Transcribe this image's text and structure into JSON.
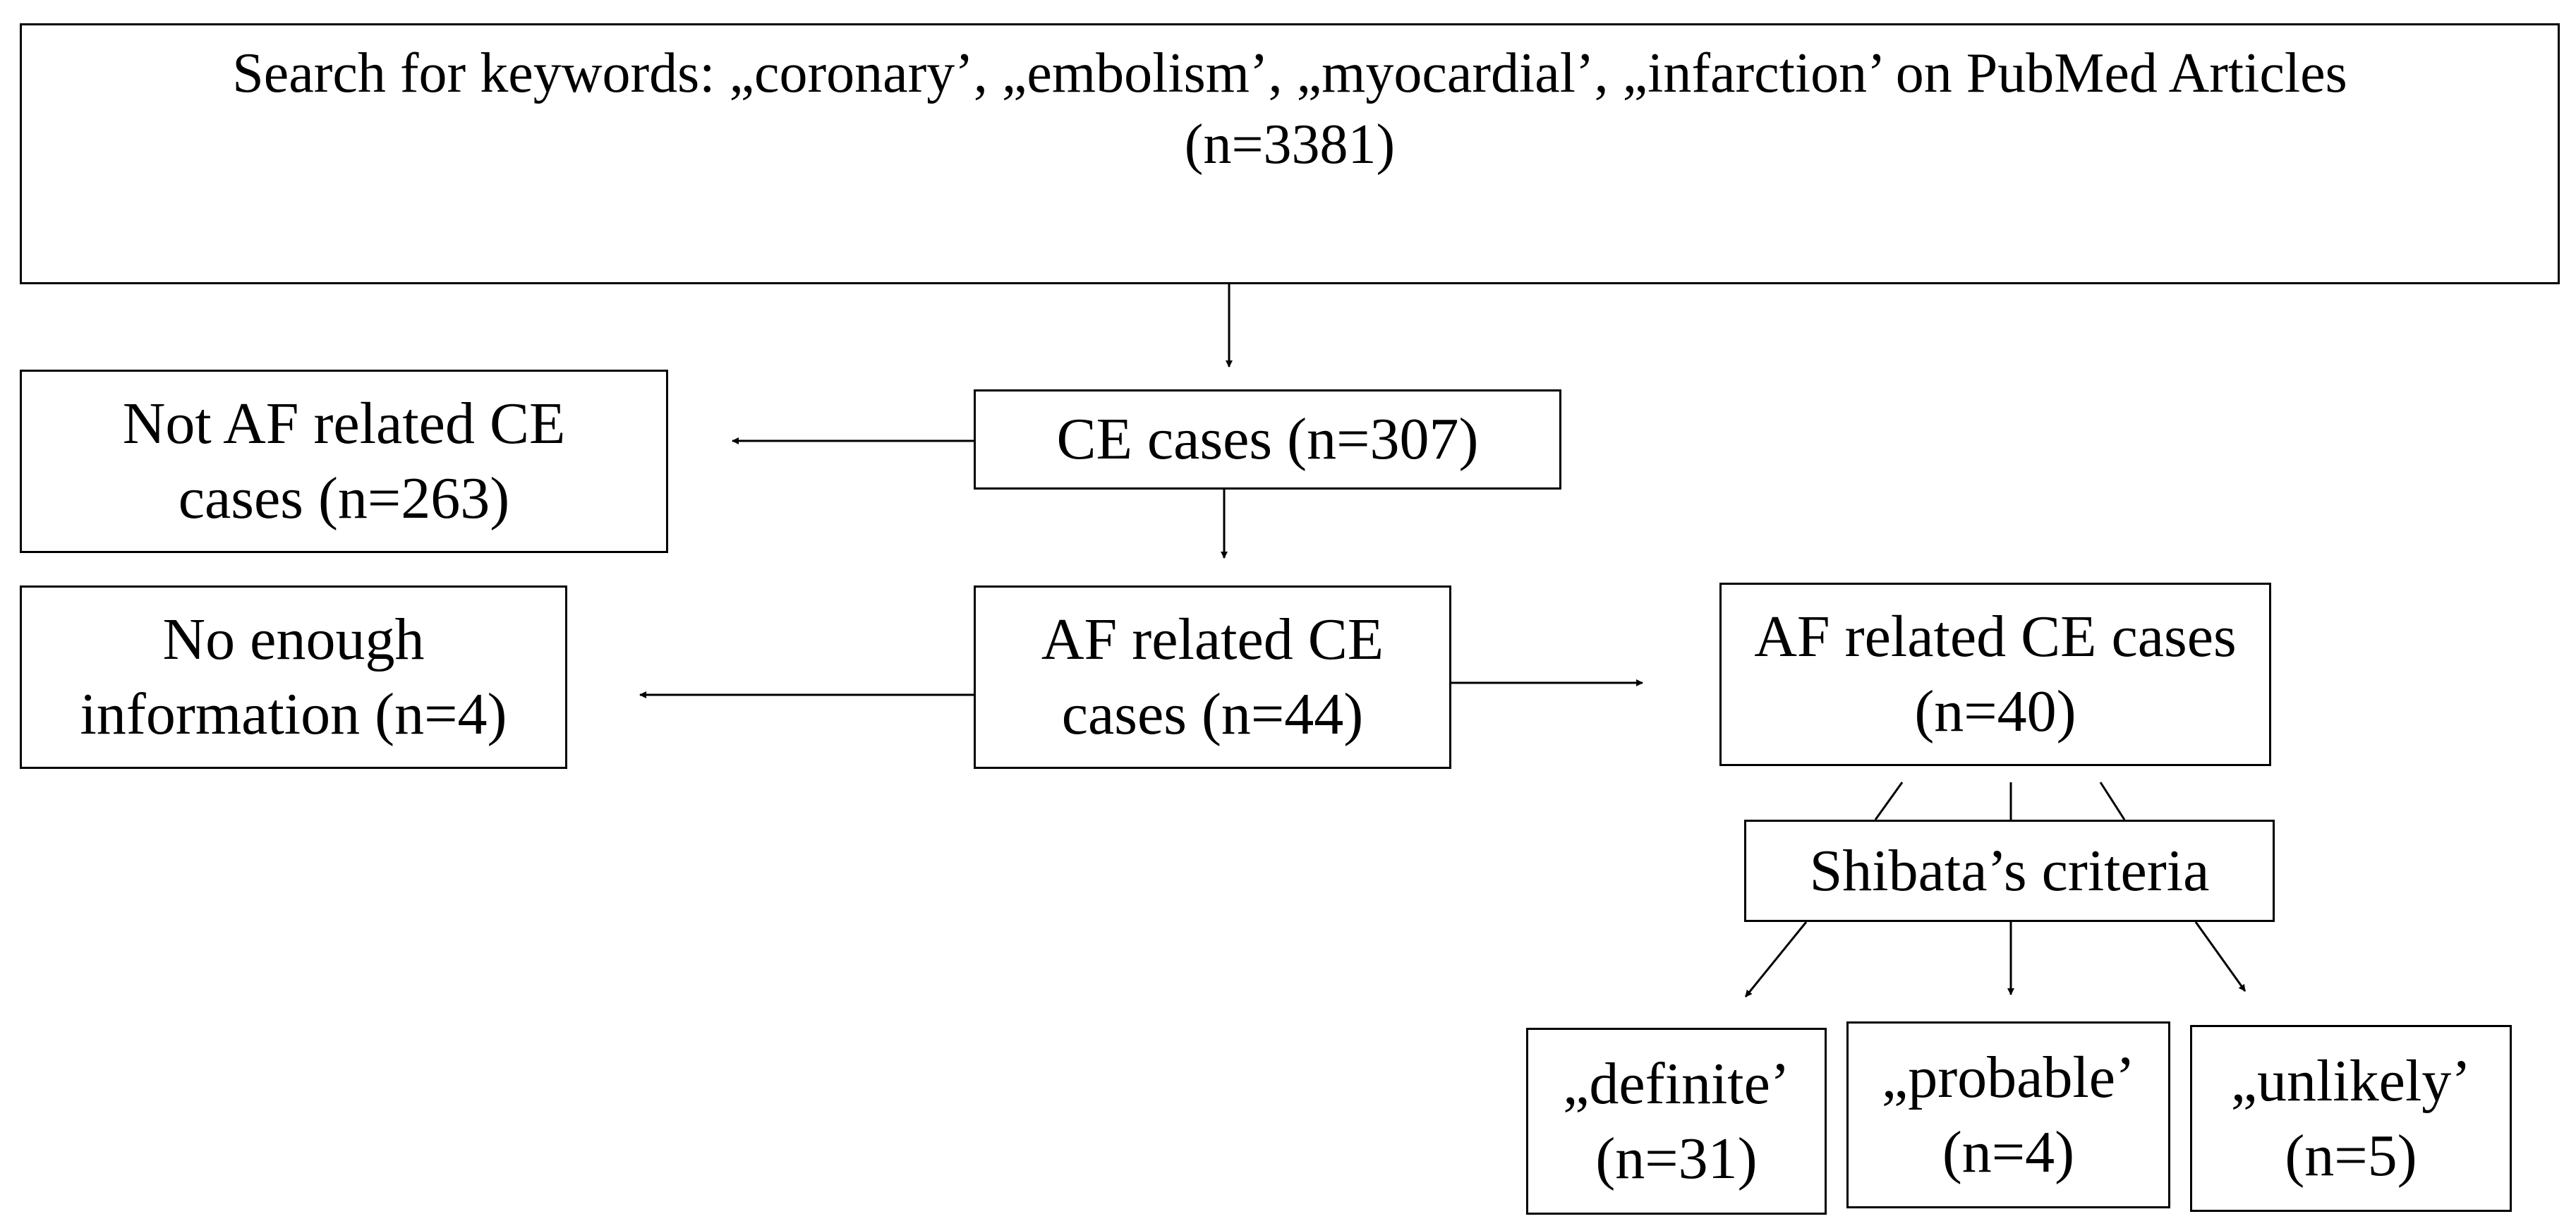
{
  "nodes": {
    "search": {
      "line1": "Search for keywords: „coronary’, „embolism’, „myocardial’, „infarction’ on PubMed Articles",
      "line2": "(n=3381)"
    },
    "ce_cases": {
      "line1": "CE cases (n=307)"
    },
    "not_af": {
      "line1": "Not AF related CE",
      "line2": "cases (n=263)"
    },
    "af_related": {
      "line1": "AF related CE",
      "line2": "cases (n=44)"
    },
    "no_info": {
      "line1": "No enough",
      "line2": "information  (n=4)"
    },
    "af_40": {
      "line1": "AF related CE cases",
      "line2": "(n=40)"
    },
    "shibata": {
      "line1": "Shibata’s criteria"
    },
    "definite": {
      "line1": "„definite’",
      "line2": "(n=31)"
    },
    "probable": {
      "line1": "„probable’",
      "line2": "(n=4)"
    },
    "unlikely": {
      "line1": "„unlikely’",
      "line2": "(n=5)"
    }
  }
}
